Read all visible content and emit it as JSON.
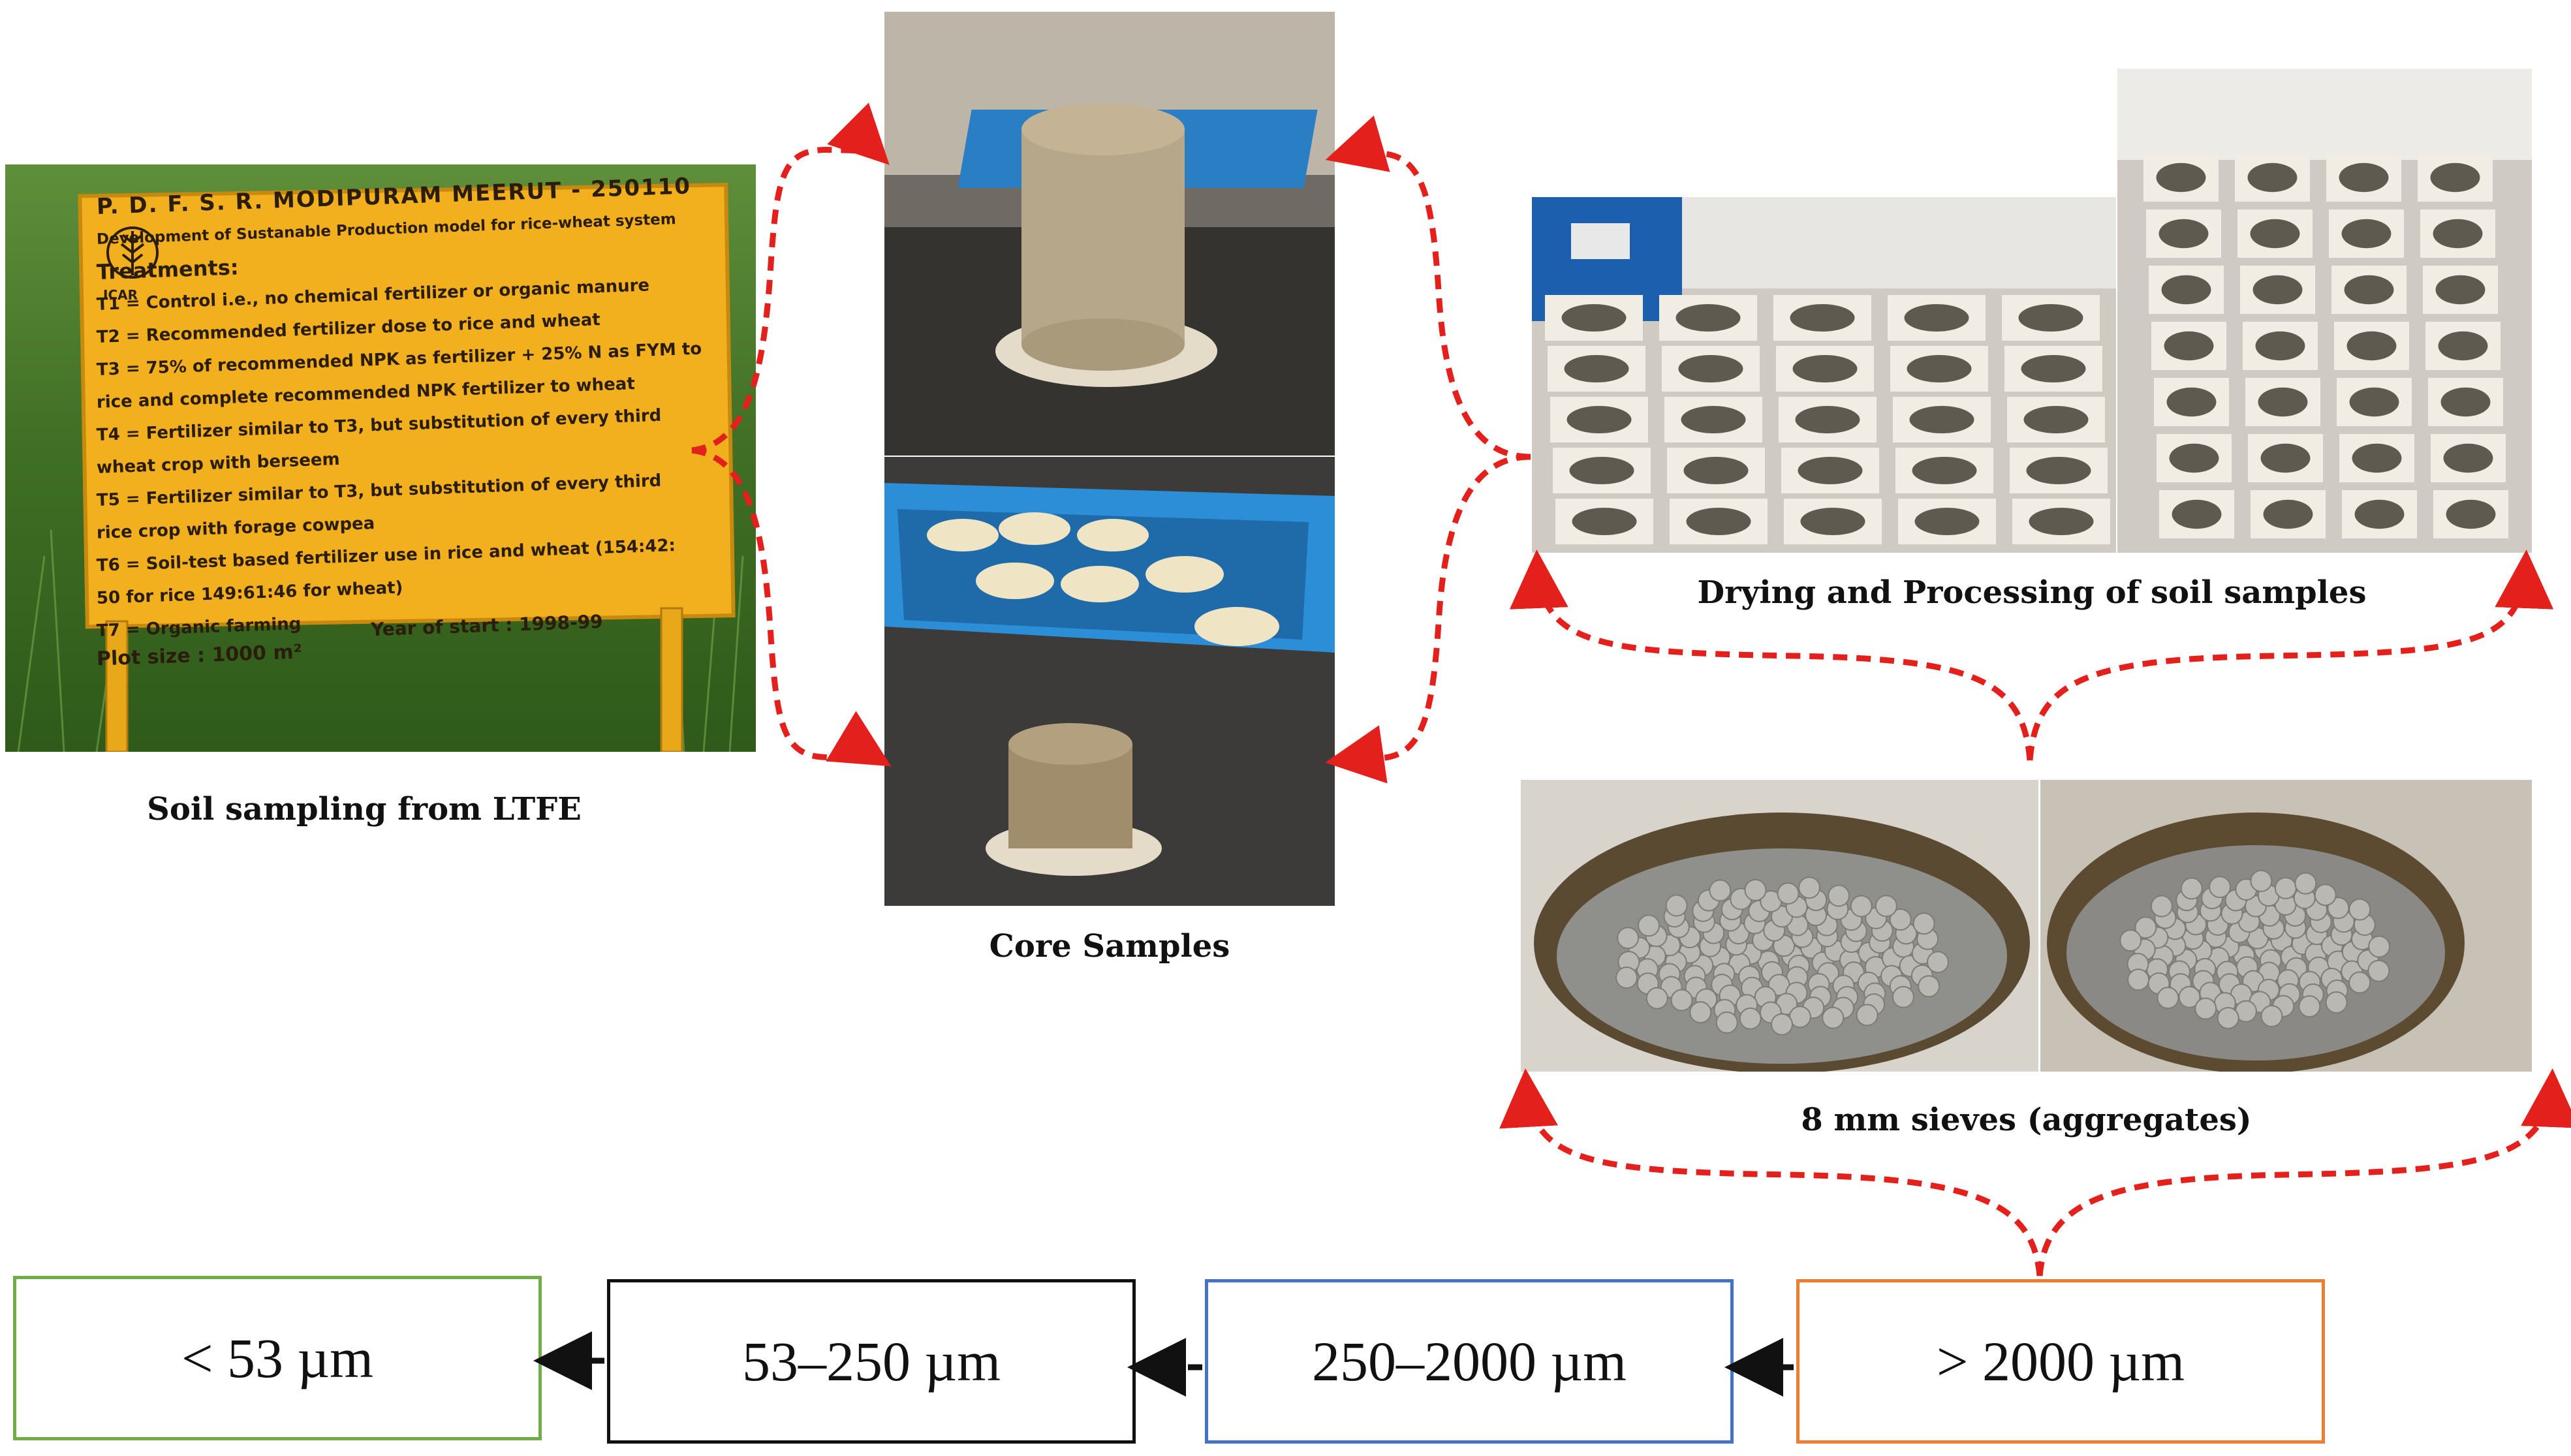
{
  "sign": {
    "header": "P. D. F. S. R.  MODIPURAM  MEERUT - 250110",
    "subtitle": "Development of Sustanable Production model for rice-wheat system",
    "treatments_label": "Treatments:",
    "logo_text": "ICAR",
    "lines": [
      "T1 = Control i.e., no chemical fertilizer or organic manure",
      "T2 = Recommended fertilizer dose to rice and wheat",
      "T3 = 75% of recommended NPK as fertilizer + 25% N as FYM to",
      "rice and complete recommended NPK fertilizer to wheat",
      "T4 = Fertilizer similar to T3, but substitution of every third",
      "wheat crop with berseem",
      "T5 = Fertilizer similar to T3, but substitution of every third",
      "rice crop with forage cowpea",
      "T6 = Soil-test based fertilizer use in rice and wheat (154:42:",
      "50 for rice 149:61:46 for wheat)",
      "T7 = Organic farming"
    ],
    "year": "Year of start : 1998-99",
    "plot": "Plot size : 1000 m²"
  },
  "captions": {
    "soil_sampling": "Soil sampling from LTFE",
    "core_samples": "Core Samples",
    "drying": "Drying and Processing of soil samples",
    "sieves": "8 mm sieves (aggregates)"
  },
  "boxes": {
    "b1": "> 2000 µm",
    "b2": "250–2000 µm",
    "b3": "53–250 µm",
    "b4": "< 53 µm"
  },
  "colors": {
    "arrow_red": "#e3201b",
    "arrow_black": "#111111",
    "box1_border": "#ed7d31",
    "box2_border": "#4472c4",
    "box3_border": "#111111",
    "box4_border": "#70ad47",
    "sign_yellow": "#f2b01e"
  }
}
